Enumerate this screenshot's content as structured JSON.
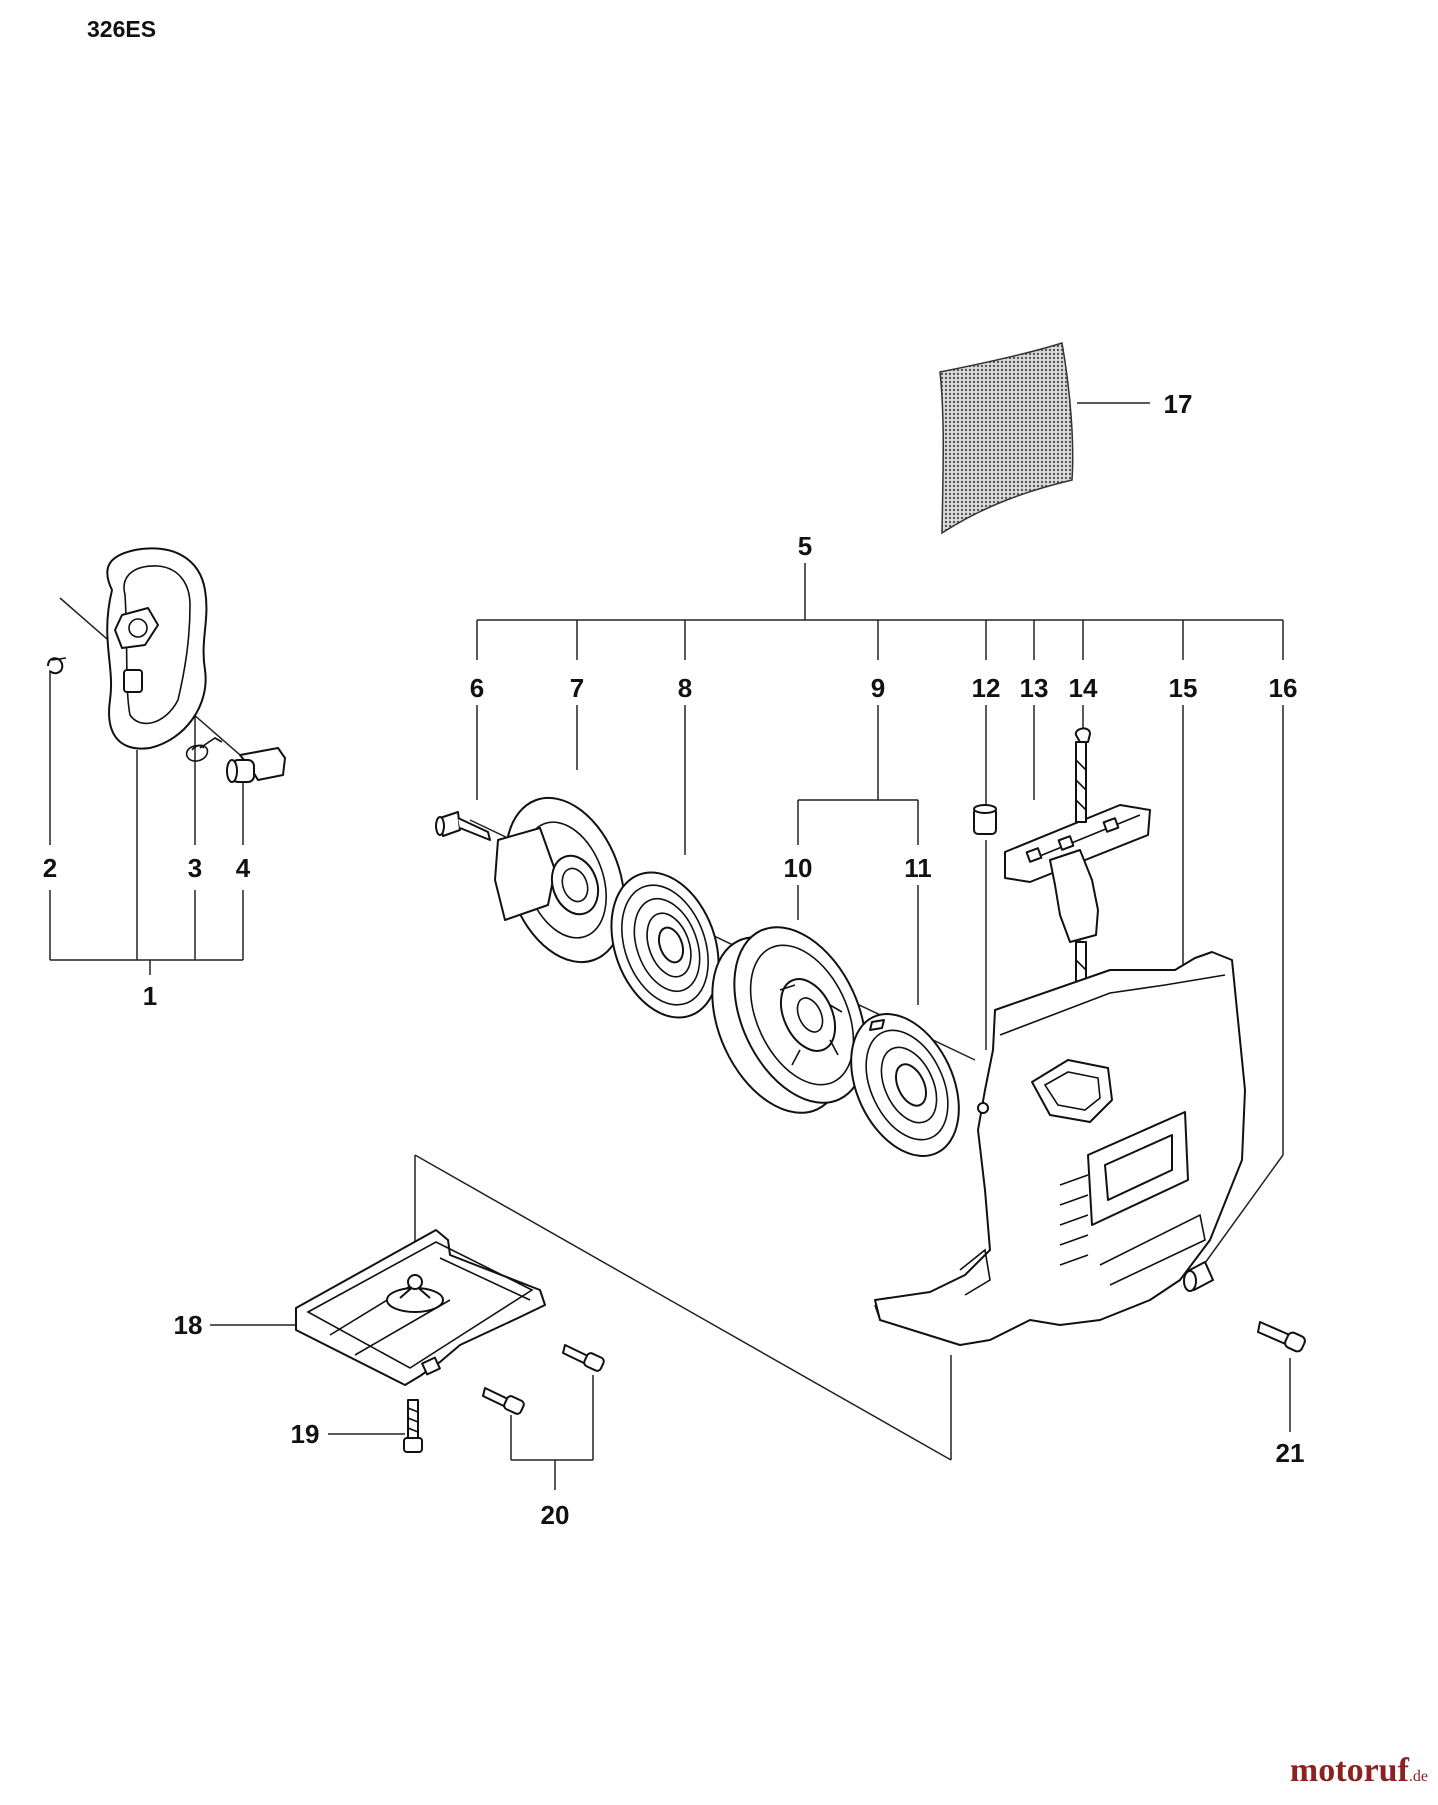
{
  "model": "326ES",
  "watermark": {
    "main": "motoruf",
    "tld": ".de"
  },
  "labels": {
    "p1": "1",
    "p2": "2",
    "p3": "3",
    "p4": "4",
    "p5": "5",
    "p6": "6",
    "p7": "7",
    "p8": "8",
    "p9": "9",
    "p10": "10",
    "p11": "11",
    "p12": "12",
    "p13": "13",
    "p14": "14",
    "p15": "15",
    "p16": "16",
    "p17": "17",
    "p18": "18",
    "p19": "19",
    "p20": "20",
    "p21": "21"
  }
}
